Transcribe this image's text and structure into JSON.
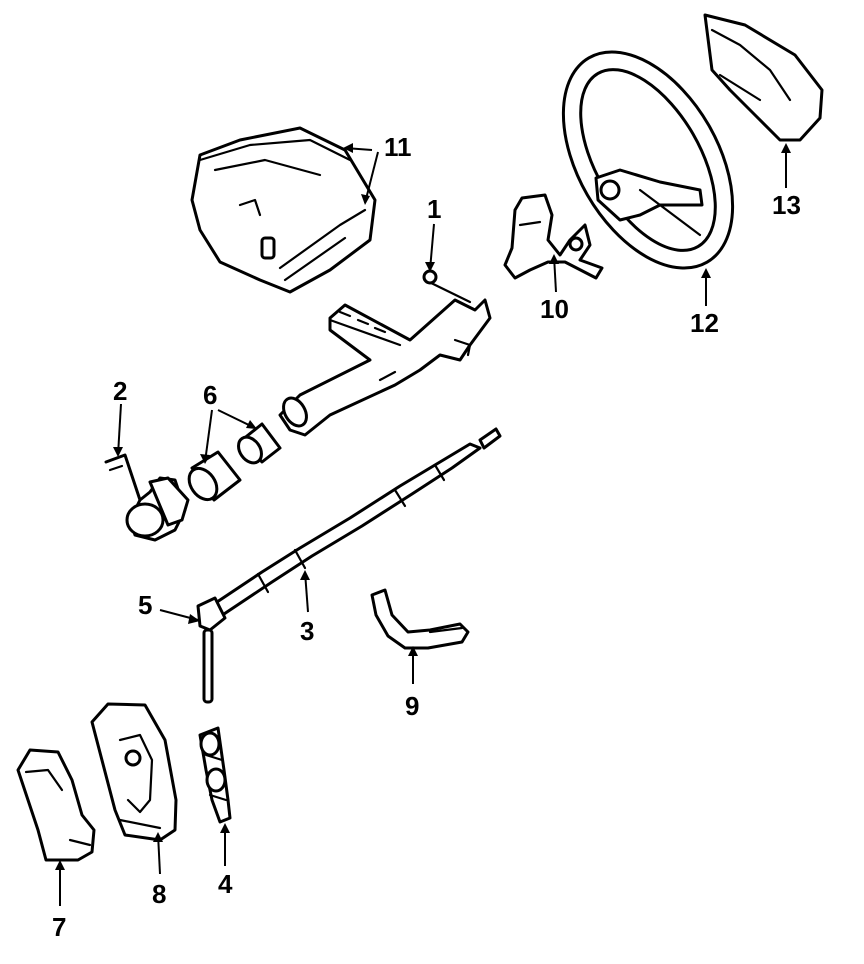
{
  "diagram": {
    "type": "exploded-parts-diagram",
    "callouts": [
      {
        "id": "1",
        "label": "1"
      },
      {
        "id": "2",
        "label": "2"
      },
      {
        "id": "3",
        "label": "3"
      },
      {
        "id": "4",
        "label": "4"
      },
      {
        "id": "5",
        "label": "5"
      },
      {
        "id": "6",
        "label": "6"
      },
      {
        "id": "7",
        "label": "7"
      },
      {
        "id": "8",
        "label": "8"
      },
      {
        "id": "9",
        "label": "9"
      },
      {
        "id": "10",
        "label": "10"
      },
      {
        "id": "11",
        "label": "11"
      },
      {
        "id": "12",
        "label": "12"
      },
      {
        "id": "13",
        "label": "13"
      }
    ]
  }
}
